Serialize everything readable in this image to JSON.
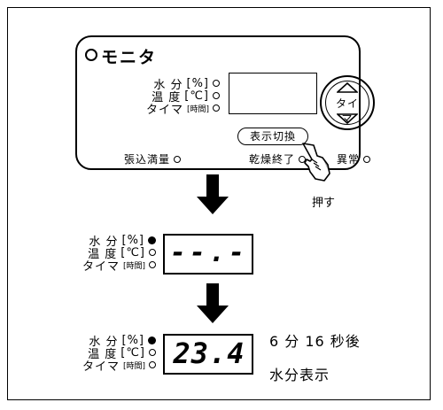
{
  "panel": {
    "title": "モニタ",
    "indicators": [
      {
        "label": "水 分",
        "unit": "[%]"
      },
      {
        "label": "温 度",
        "unit": "[℃]"
      },
      {
        "label": "タイマ",
        "unit": "[時間]"
      }
    ],
    "timer_button": "タイマ",
    "display_toggle_button": "表示切換",
    "bottom_labels": [
      "張込満量",
      "乾燥終了",
      "異常"
    ]
  },
  "press_label": "押す",
  "step2": {
    "indicators": [
      {
        "label": "水 分",
        "unit": "[%]",
        "state": "on"
      },
      {
        "label": "温 度",
        "unit": "[℃]",
        "state": "off"
      },
      {
        "label": "タイマ",
        "unit": "[時間]",
        "state": "off"
      }
    ],
    "display_value": "--.-"
  },
  "step3": {
    "indicators": [
      {
        "label": "水 分",
        "unit": "[%]",
        "state": "on"
      },
      {
        "label": "温 度",
        "unit": "[℃]",
        "state": "off"
      },
      {
        "label": "タイマ",
        "unit": "[時間]",
        "state": "off"
      }
    ],
    "display_value": "23.4",
    "note_line1": "6 分 16 秒後",
    "note_line2": "水分表示"
  }
}
